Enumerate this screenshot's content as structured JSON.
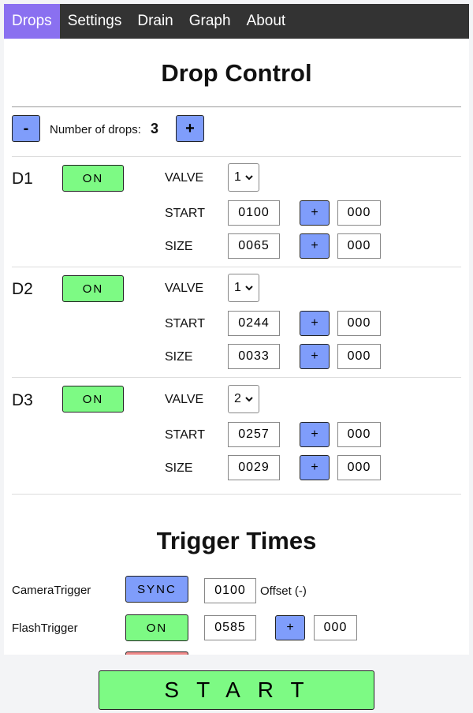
{
  "nav": {
    "items": [
      {
        "label": "Drops",
        "active": true
      },
      {
        "label": "Settings"
      },
      {
        "label": "Drain"
      },
      {
        "label": "Graph"
      },
      {
        "label": "About"
      }
    ]
  },
  "drop_control": {
    "title": "Drop Control",
    "minus_label": "-",
    "plus_label": "+",
    "count_label": "Number of drops:",
    "count_value": "3"
  },
  "labels": {
    "valve": "VALVE",
    "start": "START",
    "size": "SIZE",
    "plus": "+"
  },
  "drops": [
    {
      "name": "D1",
      "toggle": "ON",
      "valve": "1",
      "start": "0100",
      "start_extra": "000",
      "size": "0065",
      "size_extra": "000"
    },
    {
      "name": "D2",
      "toggle": "ON",
      "valve": "1",
      "start": "0244",
      "start_extra": "000",
      "size": "0033",
      "size_extra": "000"
    },
    {
      "name": "D3",
      "toggle": "ON",
      "valve": "2",
      "start": "0257",
      "start_extra": "000",
      "size": "0029",
      "size_extra": "000"
    }
  ],
  "trigger": {
    "title": "Trigger Times",
    "camera": {
      "label": "CameraTrigger",
      "button": "SYNC",
      "value": "0100",
      "offset_label": "Offset (-)"
    },
    "flash": {
      "label": "FlashTrigger",
      "button": "ON",
      "value": "0585",
      "plus": "+",
      "extra": "000"
    }
  },
  "start_button": "START",
  "colors": {
    "nav_bg": "#333333",
    "nav_active": "#8a70f0",
    "button_blue": "#7f9dfb",
    "button_green": "#7dfa84",
    "button_red": "#f08a8a"
  }
}
